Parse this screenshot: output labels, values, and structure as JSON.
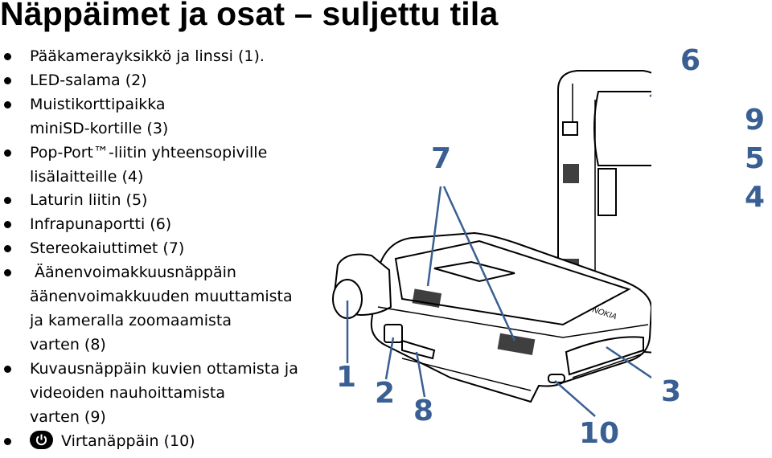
{
  "page": {
    "title": "Näppäimet ja osat – suljettu tila"
  },
  "features": [
    {
      "lines": [
        "Pääkamerayksikkö ja linssi (1)."
      ]
    },
    {
      "lines": [
        "LED-salama (2)"
      ]
    },
    {
      "lines": [
        "Muistikorttipaikka",
        "miniSD-kortille (3)"
      ]
    },
    {
      "lines": [
        "Pop-Port™-liitin yhteensopiville",
        "lisälaitteille (4)"
      ]
    },
    {
      "lines": [
        "Laturin liitin (5)"
      ]
    },
    {
      "lines": [
        "Infrapunaportti (6)"
      ]
    },
    {
      "lines": [
        "Stereokaiuttimet (7)"
      ]
    },
    {
      "lines": [
        " Äänenvoimakkuusnäppäin",
        "äänenvoimakkuuden muuttamista",
        "ja kameralla zoomaamista",
        "varten (8)"
      ]
    },
    {
      "lines": [
        "Kuvausnäppäin kuvien ottamista ja",
        "videoiden nauhoittamista",
        "varten (9)"
      ]
    },
    {
      "lines": [
        "Virtanäppäin (10)"
      ],
      "icon": "power-icon"
    }
  ],
  "figure": {
    "brand_text": "NOKIA",
    "callouts": [
      "1",
      "2",
      "3",
      "4",
      "5",
      "6",
      "7",
      "8",
      "9",
      "10"
    ],
    "callout_color": "#3a5f92"
  }
}
